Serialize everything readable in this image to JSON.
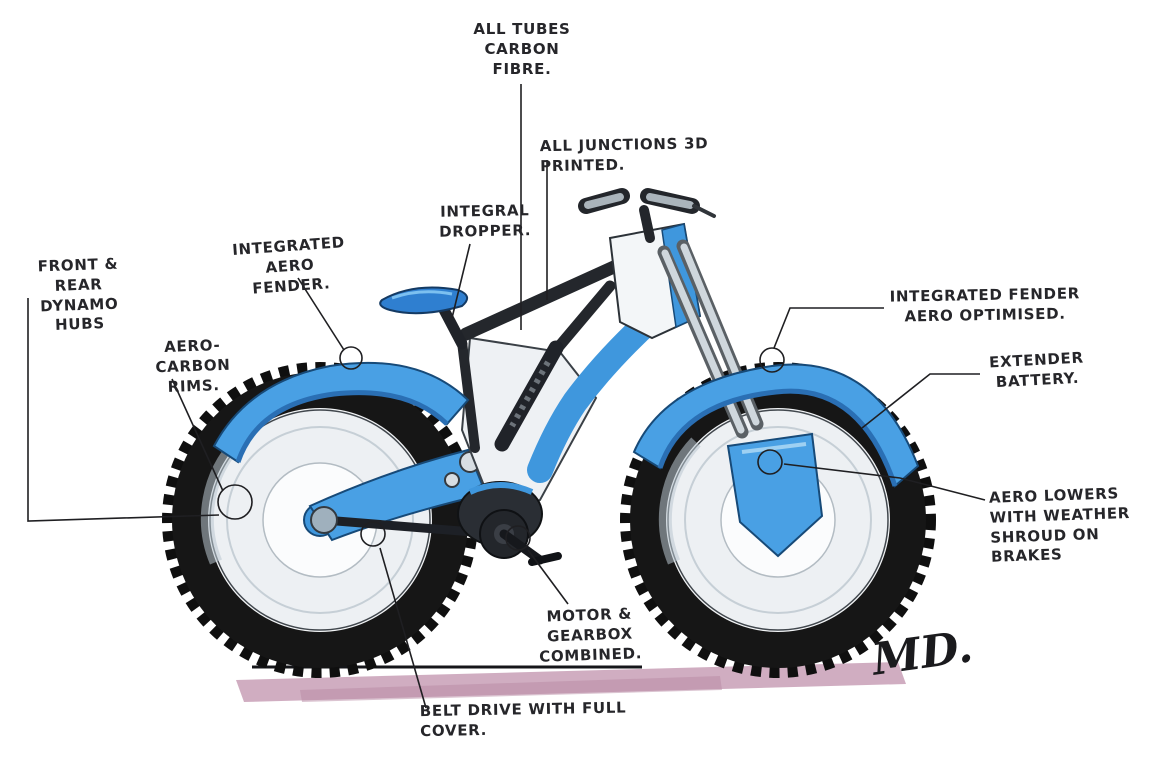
{
  "annotations": {
    "all_tubes": {
      "label": "ALL TUBES\nCARBON\nFIBRE."
    },
    "junctions": {
      "label": "ALL JUNCTIONS 3D PRINTED."
    },
    "integral_dropper": {
      "label": "INTEGRAL\nDROPPER."
    },
    "aero_fender_rear": {
      "label": "INTEGRATED AERO\nFENDER."
    },
    "dynamo_hubs": {
      "label": "FRONT & REAR\nDYNAMO HUBS"
    },
    "aero_carbon_rims": {
      "label": "AERO-CARBON\nRIMS."
    },
    "fender_front": {
      "label": "INTEGRATED FENDER\nAERO OPTIMISED."
    },
    "extender_battery": {
      "label": "EXTENDER\nBATTERY."
    },
    "aero_lowers": {
      "label": "AERO LOWERS\nWITH WEATHER\nSHROUD ON BRAKES"
    },
    "motor_gearbox": {
      "label": "MOTOR &\nGEARBOX\nCOMBINED."
    },
    "belt_drive": {
      "label": "BELT DRIVE WITH FULL COVER."
    }
  },
  "signature": "MD.",
  "colors": {
    "frame_blue": "#49a0e4",
    "deep_blue": "#174a78",
    "tire_black": "#141414",
    "carbon_dark": "#24272c",
    "shadow_pink": "#c89fb6",
    "ink": "#1f1f22"
  }
}
